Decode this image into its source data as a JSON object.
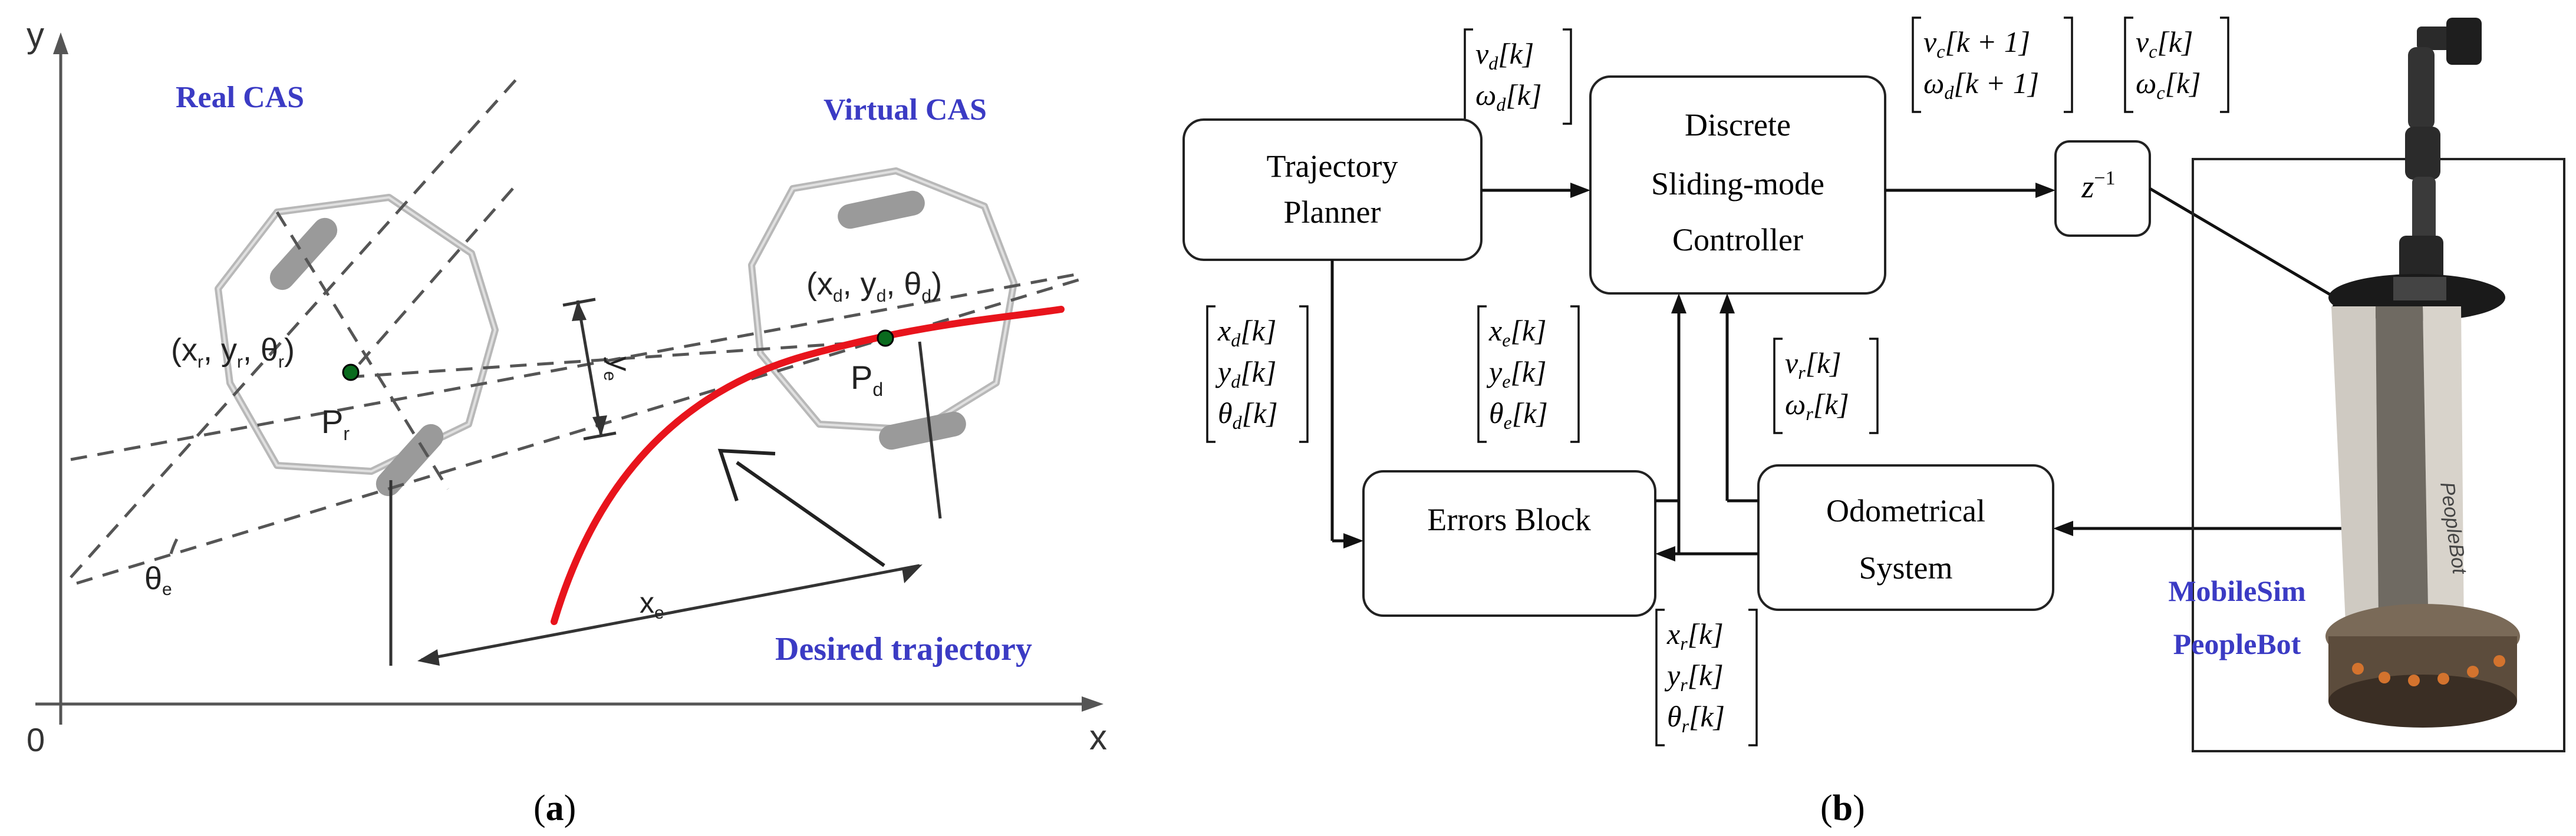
{
  "panel_a": {
    "axis_y": "y",
    "axis_x": "x",
    "origin": "0",
    "real_cas": "Real CAS",
    "virtual_cas": "Virtual CAS",
    "real_pose": "(x",
    "real_pose_sub": "r",
    "real_pose_2": ", y",
    "real_pose_3": ", θ",
    "real_pose_end": ")",
    "virtual_pose": "(x",
    "virtual_pose_sub": "d",
    "virtual_pose_2": ", y",
    "virtual_pose_3": ", θ",
    "virtual_pose_end": ")",
    "point_r": "P",
    "point_r_sub": "r",
    "point_d": "P",
    "point_d_sub": "d",
    "label_ye": "y",
    "label_ye_sub": "e",
    "label_xe": "x",
    "label_xe_sub": "e",
    "label_theta": "θ",
    "label_theta_sub": "e",
    "desired_trajectory": "Desired trajectory",
    "caption": "(a)",
    "caption_letter": "a",
    "accent_color": "#3b3bc4",
    "trajectory_color": "#e8141c"
  },
  "panel_b": {
    "block_planner_l1": "Trajectory",
    "block_planner_l2": "Planner",
    "block_controller_l1": "Discrete",
    "block_controller_l2": "Sliding-mode",
    "block_controller_l3": "Controller",
    "block_delay": "z",
    "block_delay_exp": "−1",
    "block_errors": "Errors Block",
    "block_odometry_l1": "Odometrical",
    "block_odometry_l2": "System",
    "sim_l1": "MobileSim",
    "sim_l2": "PeopleBot",
    "vec_vd": [
      "v_d[k]",
      "ω_d[k]"
    ],
    "vec_vc_next": [
      "v_c[k + 1]",
      "ω_d[k + 1]"
    ],
    "vec_vc": [
      "v_c[k]",
      "ω_c[k]"
    ],
    "vec_xd": [
      "x_d[k]",
      "y_d[k]",
      "θ_d[k]"
    ],
    "vec_xe": [
      "x_e[k]",
      "y_e[k]",
      "θ_e[k]"
    ],
    "vec_vr": [
      "v_r[k]",
      "ω_r[k]"
    ],
    "vec_xr": [
      "x_r[k]",
      "y_r[k]",
      "θ_r[k]"
    ],
    "caption": "(b)",
    "caption_letter": "b",
    "accent_color": "#3b3bc4"
  }
}
